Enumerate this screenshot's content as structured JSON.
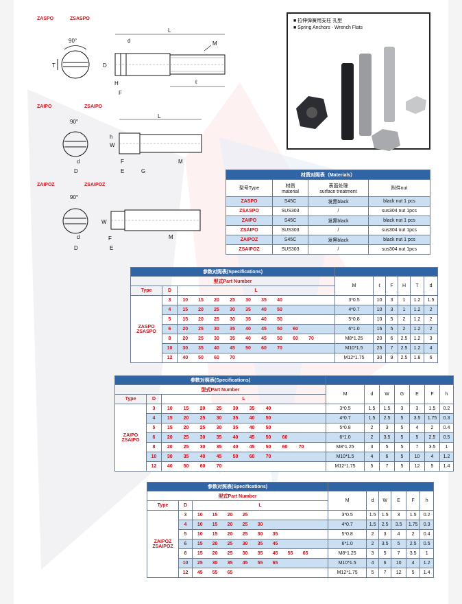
{
  "diagrams": {
    "zaspo": {
      "labels": [
        "ZASPO",
        "ZSASPO"
      ],
      "dims": {
        "L": "L",
        "d": "d",
        "D": "D",
        "T": "T",
        "M": "M",
        "H": "H",
        "F": "F",
        "l": "ℓ",
        "angle": "90°"
      }
    },
    "zaipo": {
      "labels": [
        "ZAIPO",
        "ZSAIPO"
      ],
      "dims": {
        "L": "L",
        "h": "h",
        "W": "W",
        "d": "d",
        "D": "D",
        "F": "F",
        "E": "E",
        "G": "G",
        "M": "M",
        "angle": "90°"
      }
    },
    "zaipoz": {
      "labels": [
        "ZAIPOZ",
        "ZSAIPOZ"
      ],
      "dims": {
        "W": "W",
        "d": "d",
        "D": "D",
        "F": "F",
        "E": "E",
        "M": "M",
        "angle": "90°"
      }
    }
  },
  "photo": {
    "caption_cn": "■ 拉伸弹簧用支柱 孔型",
    "caption_en": "■ Spring Anchors - Wrench Flats"
  },
  "materials": {
    "title": "材质对照表（Materials）",
    "headers": [
      "型号Type",
      "材质\nmaterial",
      "表面处理\nsurface treatment",
      "附件nut"
    ],
    "rows": [
      {
        "type": "ZASPO",
        "material": "S45C",
        "surface": "发黑black",
        "nut": "black nut 1 pcs"
      },
      {
        "type": "ZSASPO",
        "material": "SUS303",
        "surface": "/",
        "nut": "sus304 nut 1pcs"
      },
      {
        "type": "ZAIPO",
        "material": "S45C",
        "surface": "发黑black",
        "nut": "black nut 1 pcs"
      },
      {
        "type": "ZSAIPO",
        "material": "SUS303",
        "surface": "/",
        "nut": "sus304 nut 1pcs"
      },
      {
        "type": "ZAIPOZ",
        "material": "S45C",
        "surface": "发黑black",
        "nut": "black nut 1 pcs"
      },
      {
        "type": "ZSAIPOZ",
        "material": "SUS303",
        "surface": "/",
        "nut": "sus304 nut 1pcs"
      }
    ]
  },
  "spec1": {
    "title": "参数对照表(Specifications)",
    "part_number": "型式Part Number",
    "type_header": "Type",
    "D_header": "D",
    "L_header": "L",
    "extra_headers": [
      "M",
      "ℓ",
      "F",
      "H",
      "T",
      "d"
    ],
    "type_name": [
      "ZASPO",
      "ZSASPO"
    ],
    "rows": [
      {
        "D": "3",
        "L": [
          "10",
          "15",
          "20",
          "25",
          "30",
          "35",
          "40",
          "",
          "",
          ""
        ],
        "vals": [
          "3*0.5",
          "10",
          "3",
          "1",
          "1.2",
          "1.5"
        ]
      },
      {
        "D": "4",
        "L": [
          "15",
          "20",
          "25",
          "30",
          "35",
          "40",
          "50",
          "",
          "",
          ""
        ],
        "vals": [
          "4*0.7",
          "10",
          "3",
          "1",
          "1.2",
          "2"
        ]
      },
      {
        "D": "5",
        "L": [
          "15",
          "20",
          "25",
          "30",
          "35",
          "40",
          "50",
          "",
          "",
          ""
        ],
        "vals": [
          "5*0.8",
          "10",
          "5",
          "2",
          "1.2",
          "2"
        ]
      },
      {
        "D": "6",
        "L": [
          "20",
          "25",
          "30",
          "35",
          "40",
          "45",
          "50",
          "60",
          "",
          ""
        ],
        "vals": [
          "6*1.0",
          "16",
          "5",
          "2",
          "1.2",
          "2"
        ]
      },
      {
        "D": "8",
        "L": [
          "20",
          "25",
          "30",
          "35",
          "40",
          "45",
          "50",
          "60",
          "70",
          ""
        ],
        "vals": [
          "M8*1.25",
          "20",
          "6",
          "2.5",
          "1.2",
          "3"
        ]
      },
      {
        "D": "10",
        "L": [
          "30",
          "35",
          "40",
          "45",
          "50",
          "60",
          "70",
          "",
          "",
          ""
        ],
        "vals": [
          "M10*1.5",
          "25",
          "7",
          "2.5",
          "1.2",
          "4"
        ]
      },
      {
        "D": "12",
        "L": [
          "40",
          "50",
          "60",
          "70",
          "",
          "",
          "",
          "",
          "",
          ""
        ],
        "vals": [
          "M12*1.75",
          "30",
          "9",
          "2.5",
          "1.8",
          "6"
        ]
      }
    ]
  },
  "spec2": {
    "title": "参数对照表(Specifications)",
    "part_number": "型式Part Number",
    "type_header": "Type",
    "D_header": "D",
    "L_header": "L",
    "extra_headers": [
      "M",
      "d",
      "W",
      "G",
      "E",
      "F",
      "h"
    ],
    "type_name": [
      "ZAIPO",
      "ZSAIPO"
    ],
    "rows": [
      {
        "D": "3",
        "L": [
          "10",
          "15",
          "20",
          "25",
          "30",
          "35",
          "40",
          "",
          "",
          ""
        ],
        "vals": [
          "3*0.5",
          "1.5",
          "1.5",
          "3",
          "3",
          "1.5",
          "0.2"
        ]
      },
      {
        "D": "4",
        "L": [
          "15",
          "20",
          "25",
          "30",
          "35",
          "40",
          "50",
          "",
          "",
          ""
        ],
        "vals": [
          "4*0.7",
          "1.5",
          "2.5",
          "5",
          "3.5",
          "1.75",
          "0.3"
        ]
      },
      {
        "D": "5",
        "L": [
          "15",
          "20",
          "25",
          "30",
          "35",
          "40",
          "50",
          "",
          "",
          ""
        ],
        "vals": [
          "5*0.8",
          "2",
          "3",
          "5",
          "4",
          "2",
          "0.4"
        ]
      },
      {
        "D": "6",
        "L": [
          "20",
          "25",
          "30",
          "35",
          "40",
          "45",
          "50",
          "60",
          "",
          ""
        ],
        "vals": [
          "6*1.0",
          "2",
          "3.5",
          "5",
          "5",
          "2.5",
          "0.5"
        ]
      },
      {
        "D": "8",
        "L": [
          "20",
          "25",
          "30",
          "35",
          "40",
          "45",
          "50",
          "60",
          "70",
          ""
        ],
        "vals": [
          "M8*1.25",
          "3",
          "5",
          "5",
          "7",
          "3.5",
          "1"
        ]
      },
      {
        "D": "10",
        "L": [
          "30",
          "35",
          "40",
          "45",
          "50",
          "60",
          "70",
          "",
          "",
          ""
        ],
        "vals": [
          "M10*1.5",
          "4",
          "6",
          "5",
          "10",
          "4",
          "1.2"
        ]
      },
      {
        "D": "12",
        "L": [
          "40",
          "50",
          "60",
          "70",
          "",
          "",
          "",
          "",
          "",
          ""
        ],
        "vals": [
          "M12*1.75",
          "5",
          "7",
          "5",
          "12",
          "5",
          "1.4"
        ]
      }
    ]
  },
  "spec3": {
    "title": "参数对照表(Specifications)",
    "part_number": "型式Part Number",
    "type_header": "Type",
    "D_header": "D",
    "L_header": "L",
    "extra_headers": [
      "M",
      "d",
      "W",
      "E",
      "F",
      "h"
    ],
    "type_name": [
      "ZAIPOZ",
      "ZSAIPOZ"
    ],
    "rows": [
      {
        "D": "3",
        "L": [
          "10",
          "15",
          "20",
          "25",
          "",
          "",
          "",
          "",
          ""
        ],
        "vals": [
          "3*0.5",
          "1.5",
          "1.5",
          "3",
          "1.5",
          "0.2"
        ]
      },
      {
        "D": "4",
        "L": [
          "10",
          "15",
          "20",
          "25",
          "30",
          "",
          "",
          "",
          ""
        ],
        "vals": [
          "4*0.7",
          "1.5",
          "2.5",
          "3.5",
          "1.75",
          "0.3"
        ]
      },
      {
        "D": "5",
        "L": [
          "10",
          "15",
          "20",
          "25",
          "30",
          "35",
          "",
          "",
          ""
        ],
        "vals": [
          "5*0.8",
          "2",
          "3",
          "4",
          "2",
          "0.4"
        ]
      },
      {
        "D": "6",
        "L": [
          "15",
          "20",
          "25",
          "30",
          "35",
          "45",
          "",
          "",
          ""
        ],
        "vals": [
          "6*1.0",
          "2",
          "3.5",
          "5",
          "2.5",
          "0.5"
        ]
      },
      {
        "D": "8",
        "L": [
          "15",
          "20",
          "25",
          "30",
          "35",
          "45",
          "55",
          "65",
          ""
        ],
        "vals": [
          "M8*1.25",
          "3",
          "5",
          "7",
          "3.5",
          "1"
        ]
      },
      {
        "D": "10",
        "L": [
          "25",
          "30",
          "35",
          "45",
          "55",
          "65",
          "",
          "",
          ""
        ],
        "vals": [
          "M10*1.5",
          "4",
          "6",
          "10",
          "4",
          "1.2"
        ]
      },
      {
        "D": "12",
        "L": [
          "45",
          "55",
          "65",
          "",
          "",
          "",
          "",
          "",
          ""
        ],
        "vals": [
          "M12*1.75",
          "5",
          "7",
          "12",
          "5",
          "1.4"
        ]
      }
    ]
  },
  "colors": {
    "header_blue": "#2f64a5",
    "row_blue": "#cbdff3",
    "accent_red": "#c0161d"
  }
}
